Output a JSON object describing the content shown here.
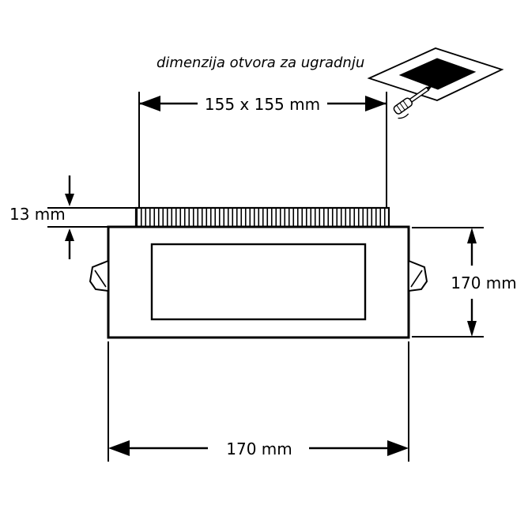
{
  "title": "dimenzija otvora za ugradnju",
  "dimensions": {
    "cutout_size": "155 x 155 mm",
    "recess_depth": "13 mm",
    "body_height": "170 mm",
    "body_width": "170 mm"
  },
  "icons": {
    "installation": "ceiling-cutout-with-screwdriver-icon"
  },
  "colors": {
    "line": "#000000",
    "background": "#ffffff",
    "cutout_hole": "#000000"
  }
}
